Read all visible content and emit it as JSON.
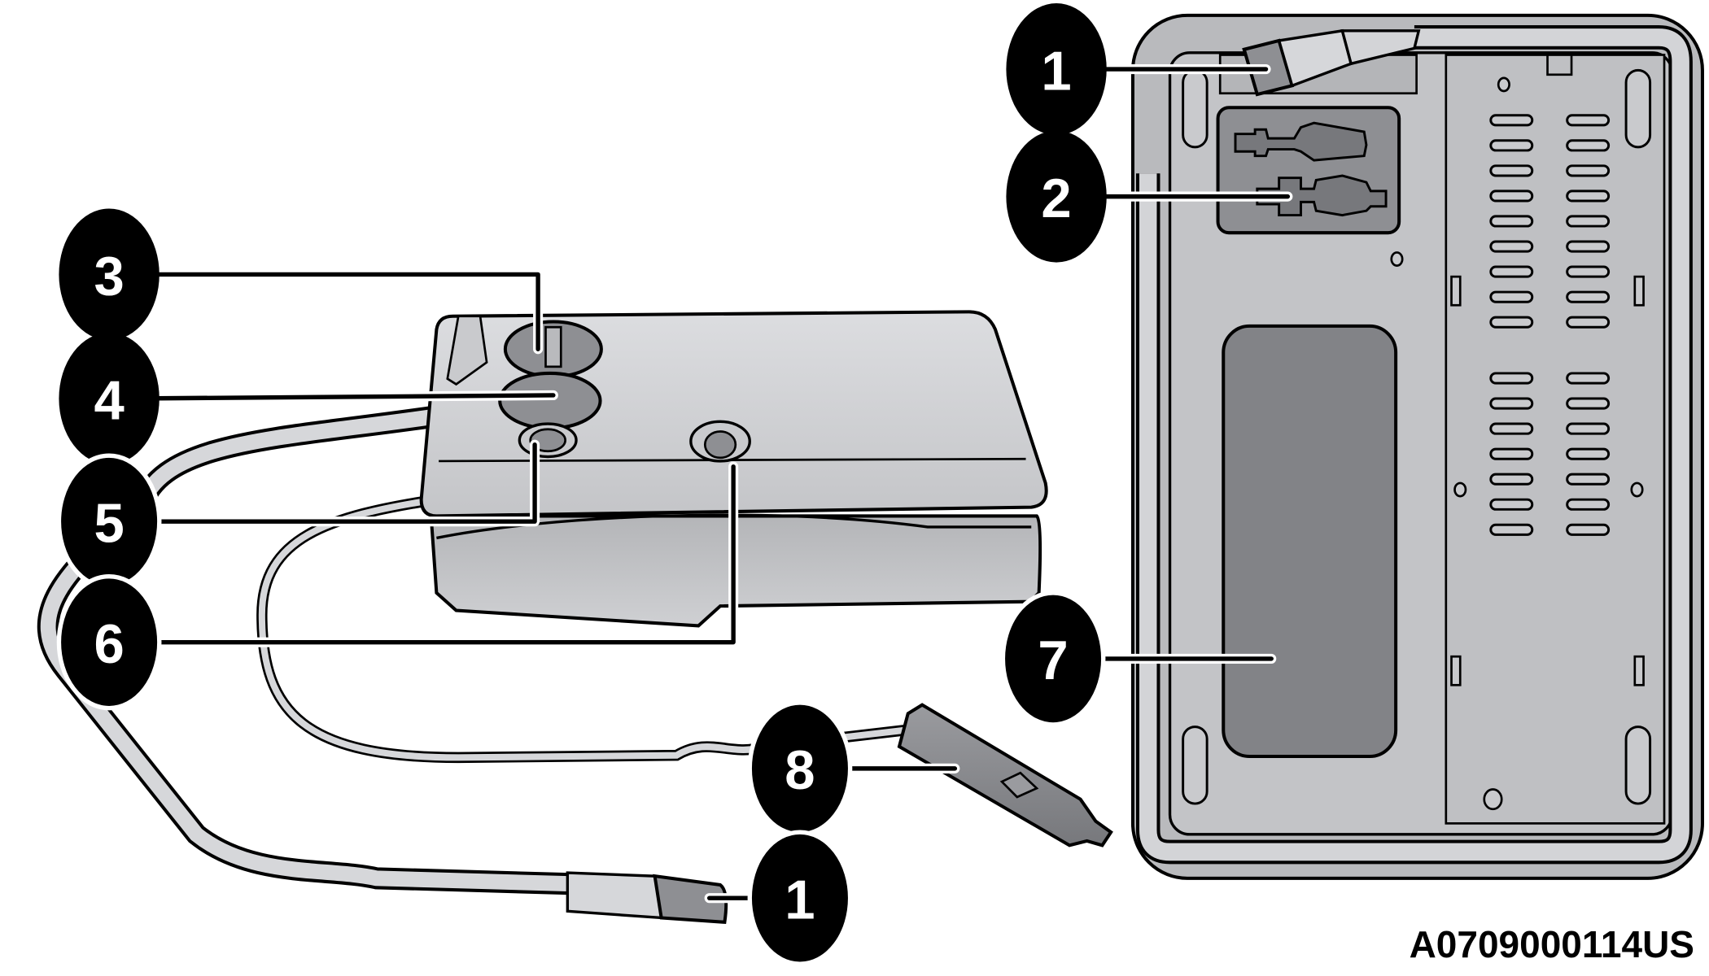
{
  "figure": {
    "title": "Tire service kit components",
    "reference_code": "A0709000114US",
    "colors": {
      "outline": "#000000",
      "body_light": "#d9dadc",
      "body_mid": "#b9babd",
      "body_dark": "#8e8f93",
      "label_panel": "#828387",
      "callout_fill": "#000000",
      "callout_text": "#ffffff"
    }
  },
  "callouts": [
    {
      "id": "1a",
      "number": "1",
      "target": "air-hose-connector-stowed"
    },
    {
      "id": "2",
      "number": "2",
      "target": "valve-adapters"
    },
    {
      "id": "3",
      "number": "3",
      "target": "port-3"
    },
    {
      "id": "4",
      "number": "4",
      "target": "port-4"
    },
    {
      "id": "5",
      "number": "5",
      "target": "button-5"
    },
    {
      "id": "6",
      "number": "6",
      "target": "gauge-6"
    },
    {
      "id": "7",
      "number": "7",
      "target": "label-panel"
    },
    {
      "id": "8",
      "number": "8",
      "target": "power-plug"
    },
    {
      "id": "1b",
      "number": "1",
      "target": "air-hose-connector"
    }
  ]
}
